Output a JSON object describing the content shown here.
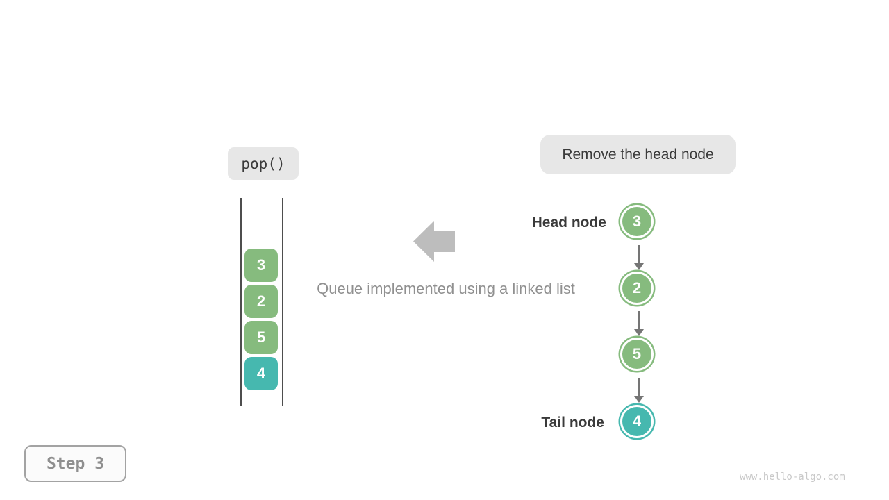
{
  "labels": {
    "operation": "pop()",
    "annotation": "Remove the head node",
    "caption": "Queue implemented using a linked list",
    "head_node": "Head node",
    "tail_node": "Tail node",
    "step": "Step 3",
    "watermark": "www.hello-algo.com"
  },
  "colors": {
    "node_green": "#86BB7E",
    "node_teal": "#46B8AF",
    "link_arrow_gray": "#757575",
    "block_arrow_gray": "#BDBDBD",
    "badge_background": "#E7E7E7",
    "dark_text": "#3B3B3B",
    "gray_text": "#909090",
    "watermark_text": "#C9C9C9",
    "stack_line": "#4E4E4E"
  },
  "queue_stack": {
    "items": [
      {
        "value": "3",
        "color": "green"
      },
      {
        "value": "2",
        "color": "green"
      },
      {
        "value": "5",
        "color": "green"
      },
      {
        "value": "4",
        "color": "teal"
      }
    ]
  },
  "linked_list": {
    "nodes": [
      {
        "value": "3",
        "color": "green",
        "label": "Head node"
      },
      {
        "value": "2",
        "color": "green"
      },
      {
        "value": "5",
        "color": "green"
      },
      {
        "value": "4",
        "color": "teal",
        "label": "Tail node"
      }
    ]
  }
}
